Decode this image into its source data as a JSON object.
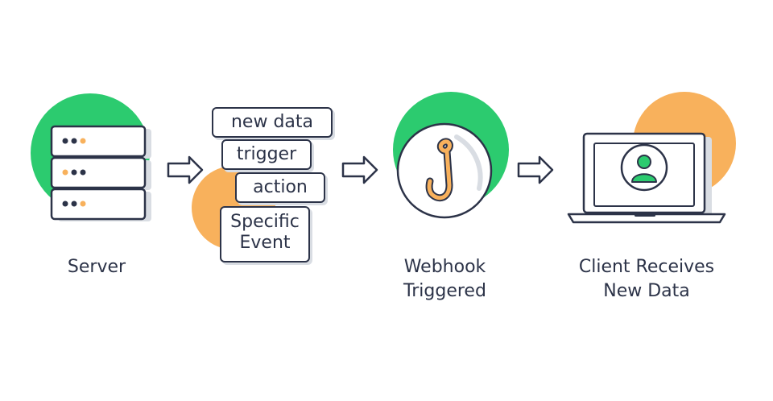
{
  "steps": [
    {
      "label": "Server"
    },
    {
      "tags": [
        "new data",
        "trigger",
        "action",
        "Specific",
        "Event"
      ]
    },
    {
      "label_line1": "Webhook",
      "label_line2": "Triggered"
    },
    {
      "label_line1": "Client Receives",
      "label_line2": "New Data"
    }
  ],
  "colors": {
    "ink": "#2c3348",
    "green": "#2ccb6f",
    "orange": "#f8b15c",
    "shadow": "#d9dde3"
  },
  "icons": [
    "server-icon",
    "arrow-right-icon",
    "hook-icon",
    "laptop-icon",
    "user-avatar-icon"
  ]
}
